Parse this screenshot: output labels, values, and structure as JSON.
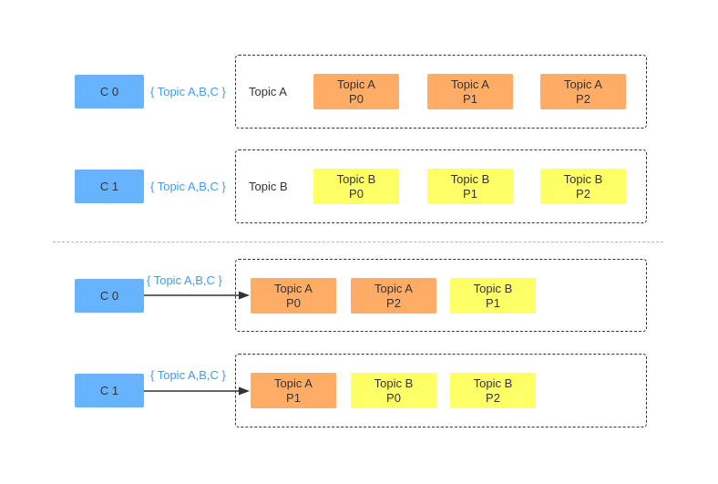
{
  "colors": {
    "consumer": "#66b3ff",
    "topic_a_partition": "#ffad66",
    "topic_b_partition": "#ffff66",
    "subscription_text": "#3d9df2"
  },
  "top": {
    "rows": [
      {
        "consumer": "C 0",
        "subscription": "{ Topic A,B,C }",
        "topic": "Topic A",
        "partitions": [
          {
            "topic": "Topic A",
            "partition": "P0"
          },
          {
            "topic": "Topic A",
            "partition": "P1"
          },
          {
            "topic": "Topic A",
            "partition": "P2"
          }
        ]
      },
      {
        "consumer": "C 1",
        "subscription": "{ Topic A,B,C }",
        "topic": "Topic B",
        "partitions": [
          {
            "topic": "Topic B",
            "partition": "P0"
          },
          {
            "topic": "Topic B",
            "partition": "P1"
          },
          {
            "topic": "Topic B",
            "partition": "P2"
          }
        ]
      }
    ]
  },
  "bottom": {
    "rows": [
      {
        "consumer": "C 0",
        "subscription": "{ Topic A,B,C }",
        "partitions": [
          {
            "topic": "Topic A",
            "partition": "P0"
          },
          {
            "topic": "Topic A",
            "partition": "P2"
          },
          {
            "topic": "Topic B",
            "partition": "P1"
          }
        ]
      },
      {
        "consumer": "C 1",
        "subscription": "{ Topic A,B,C }",
        "partitions": [
          {
            "topic": "Topic A",
            "partition": "P1"
          },
          {
            "topic": "Topic B",
            "partition": "P0"
          },
          {
            "topic": "Topic B",
            "partition": "P2"
          }
        ]
      }
    ]
  }
}
